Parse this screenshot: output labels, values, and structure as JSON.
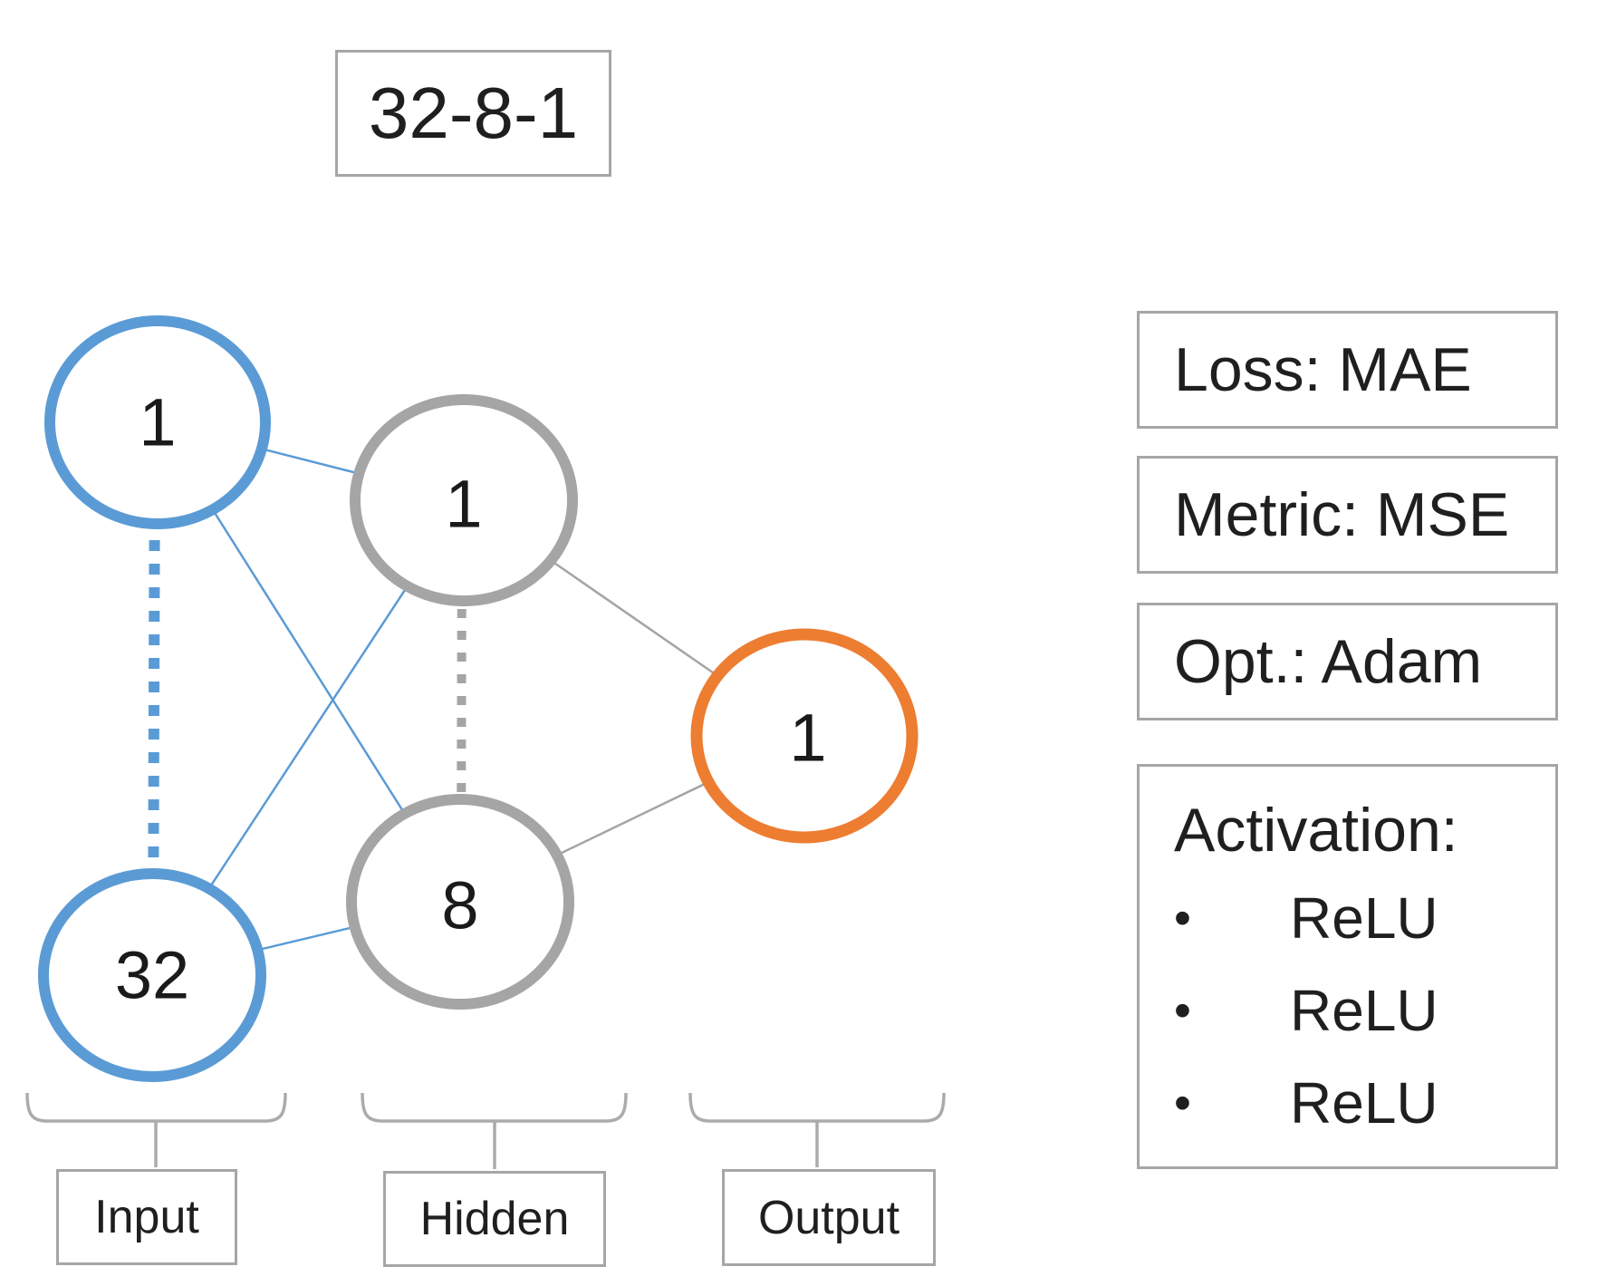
{
  "title": {
    "text": "32-8-1"
  },
  "network": {
    "layers": [
      {
        "name": "Input",
        "color": "#5B9BD5",
        "nodes": [
          "1",
          "32"
        ]
      },
      {
        "name": "Hidden",
        "color": "#A5A5A5",
        "nodes": [
          "1",
          "8"
        ]
      },
      {
        "name": "Output",
        "color": "#ED7D31",
        "nodes": [
          "1"
        ]
      }
    ]
  },
  "info_boxes": [
    {
      "label": "Loss: MAE"
    },
    {
      "label": "Metric: MSE"
    },
    {
      "label": "Opt.: Adam"
    }
  ],
  "activation": {
    "title": "Activation:",
    "bullet": "•",
    "items": [
      "ReLU",
      "ReLU",
      "ReLU"
    ]
  },
  "colors": {
    "input_node": "#5B9BD5",
    "hidden_node": "#A5A5A5",
    "output_node": "#ED7D31",
    "input_edge": "#5B9BD5",
    "output_edge": "#A5A5A5",
    "brace": "#ABABAB",
    "box_border": "#A6A6A6",
    "text": "#1F1F1F"
  }
}
